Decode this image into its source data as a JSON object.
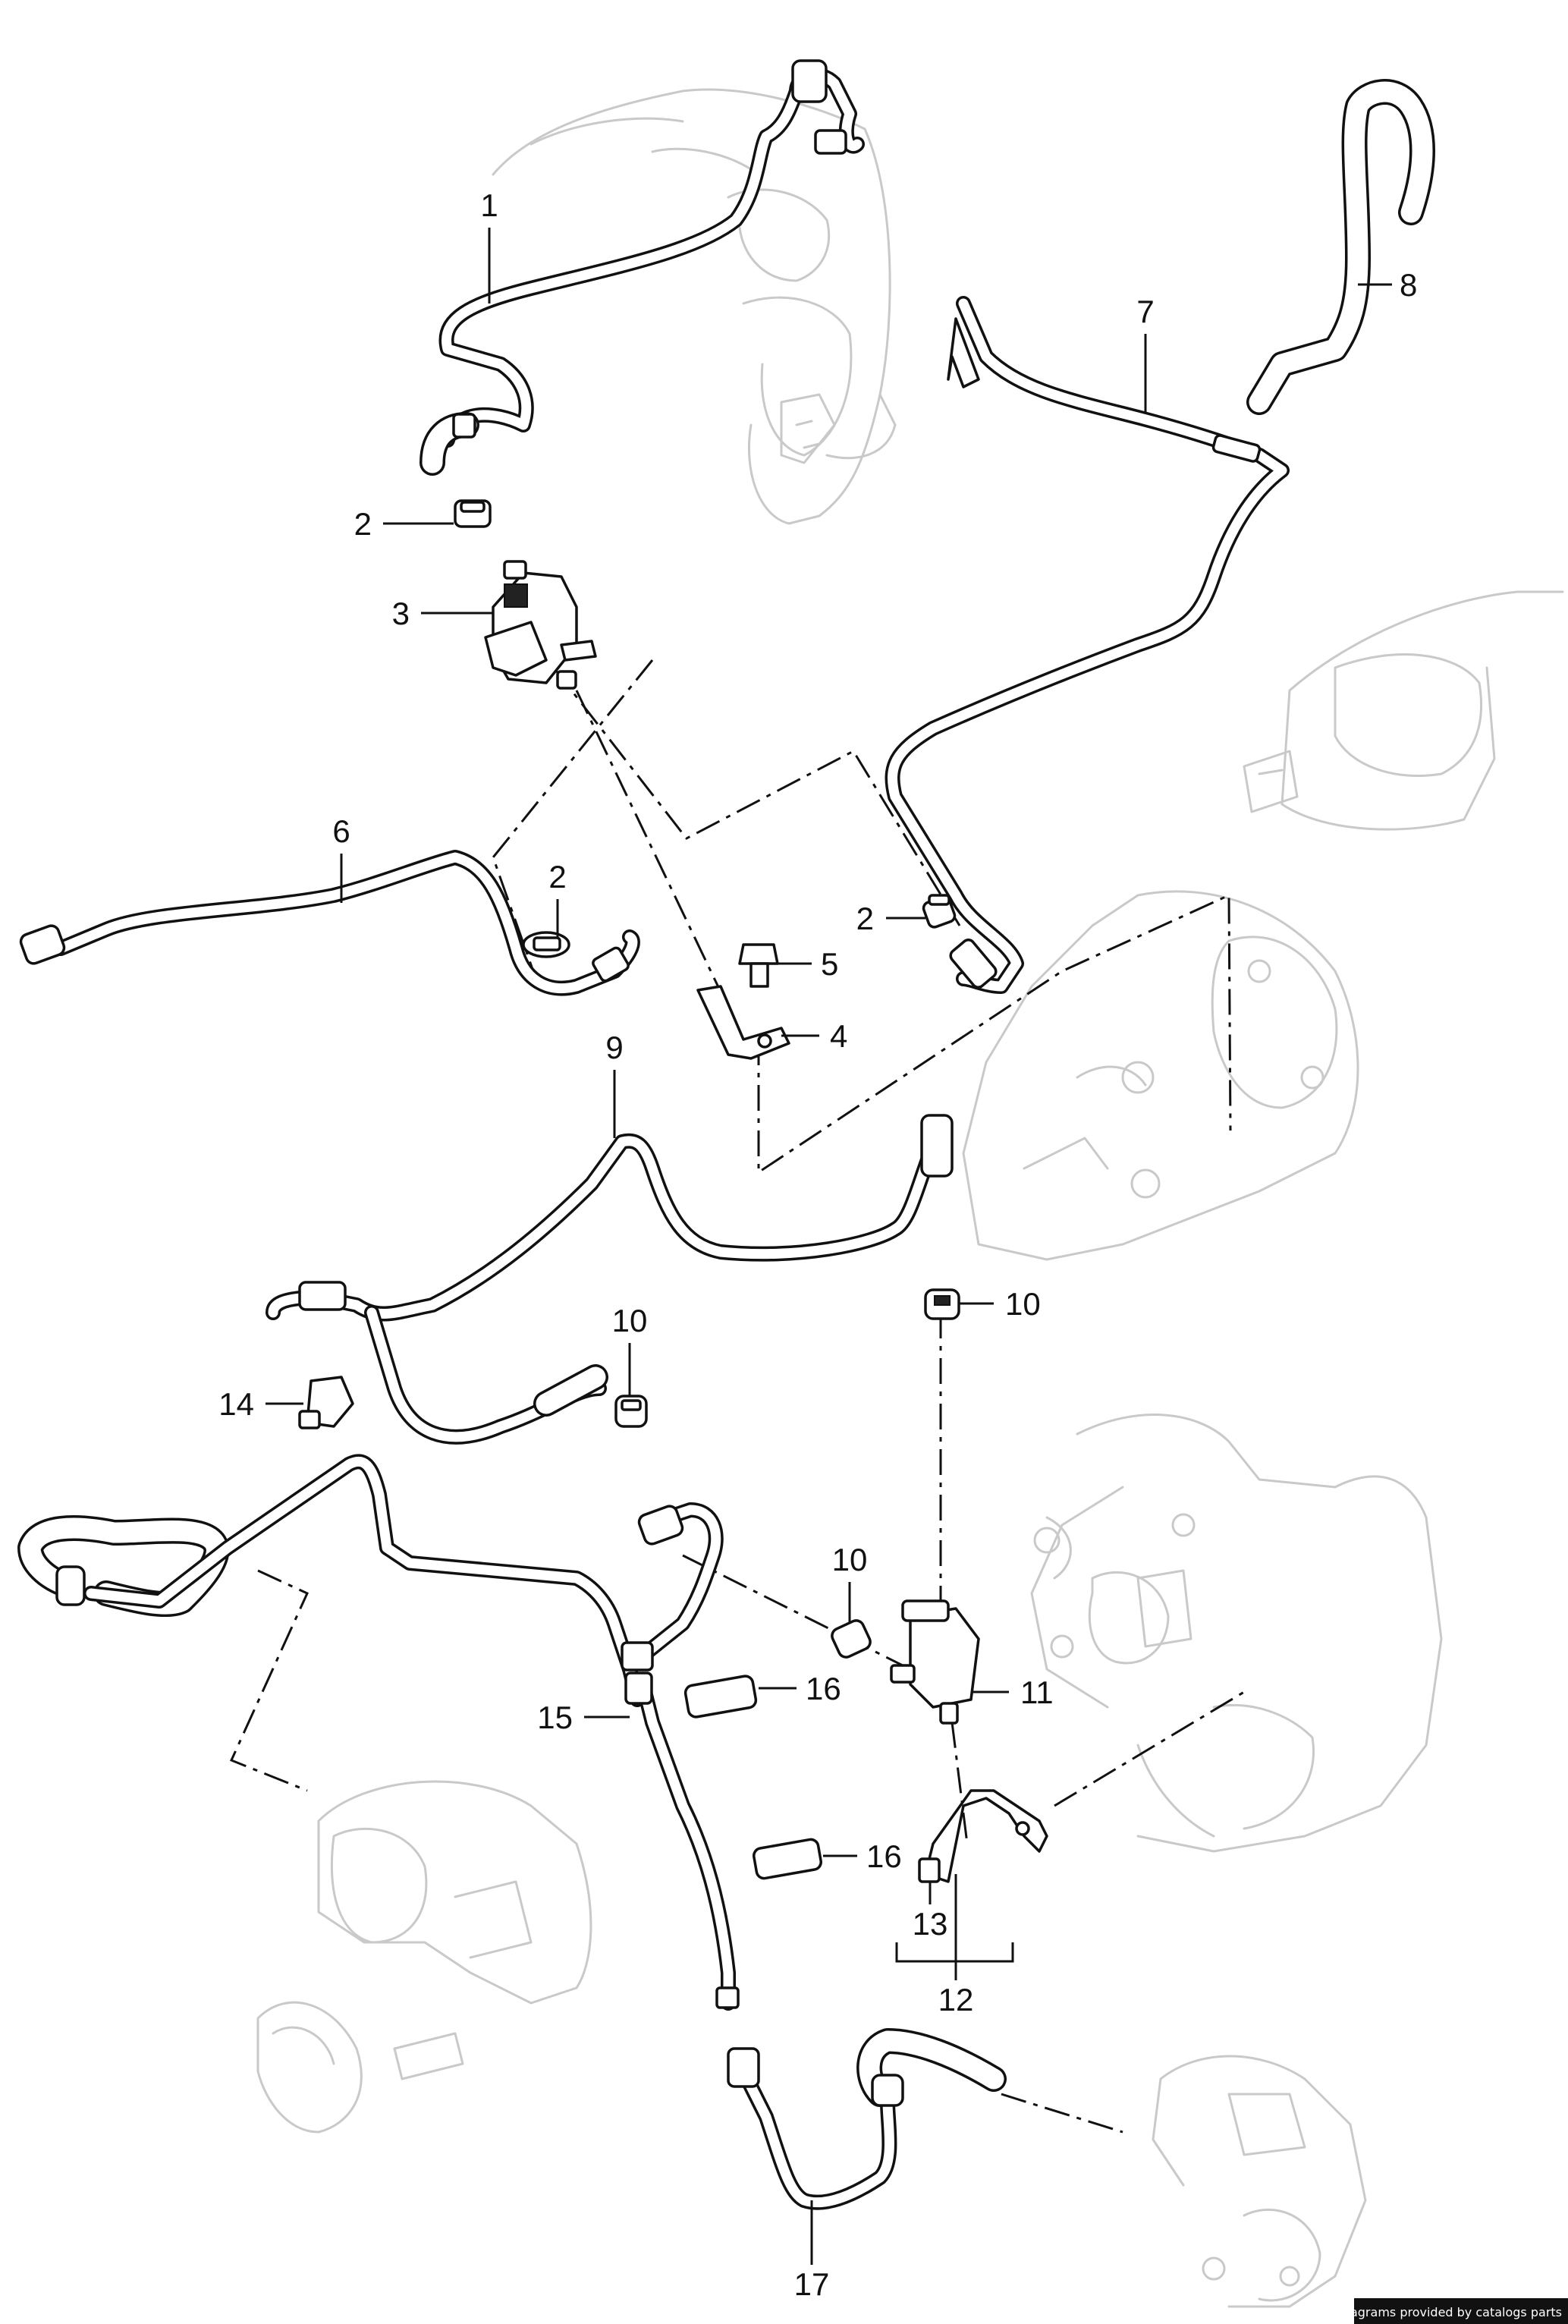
{
  "diagram": {
    "callouts": [
      {
        "id": "c1",
        "label": "1"
      },
      {
        "id": "c2a",
        "label": "2"
      },
      {
        "id": "c3",
        "label": "3"
      },
      {
        "id": "c6",
        "label": "6"
      },
      {
        "id": "c2b",
        "label": "2"
      },
      {
        "id": "c2c",
        "label": "2"
      },
      {
        "id": "c5",
        "label": "5"
      },
      {
        "id": "c4",
        "label": "4"
      },
      {
        "id": "c7",
        "label": "7"
      },
      {
        "id": "c8",
        "label": "8"
      },
      {
        "id": "c9",
        "label": "9"
      },
      {
        "id": "c10a",
        "label": "10"
      },
      {
        "id": "c10b",
        "label": "10"
      },
      {
        "id": "c14",
        "label": "14"
      },
      {
        "id": "c10c",
        "label": "10"
      },
      {
        "id": "c11",
        "label": "11"
      },
      {
        "id": "c16a",
        "label": "16"
      },
      {
        "id": "c15",
        "label": "15"
      },
      {
        "id": "c16b",
        "label": "16"
      },
      {
        "id": "c13",
        "label": "13"
      },
      {
        "id": "c12",
        "label": "12"
      },
      {
        "id": "c17",
        "label": "17"
      }
    ]
  },
  "footer": {
    "credit": "Diagrams provided by catalogs parts"
  },
  "colors": {
    "line": "#111111",
    "ghost": "#c9c9c9",
    "background": "#ffffff"
  }
}
